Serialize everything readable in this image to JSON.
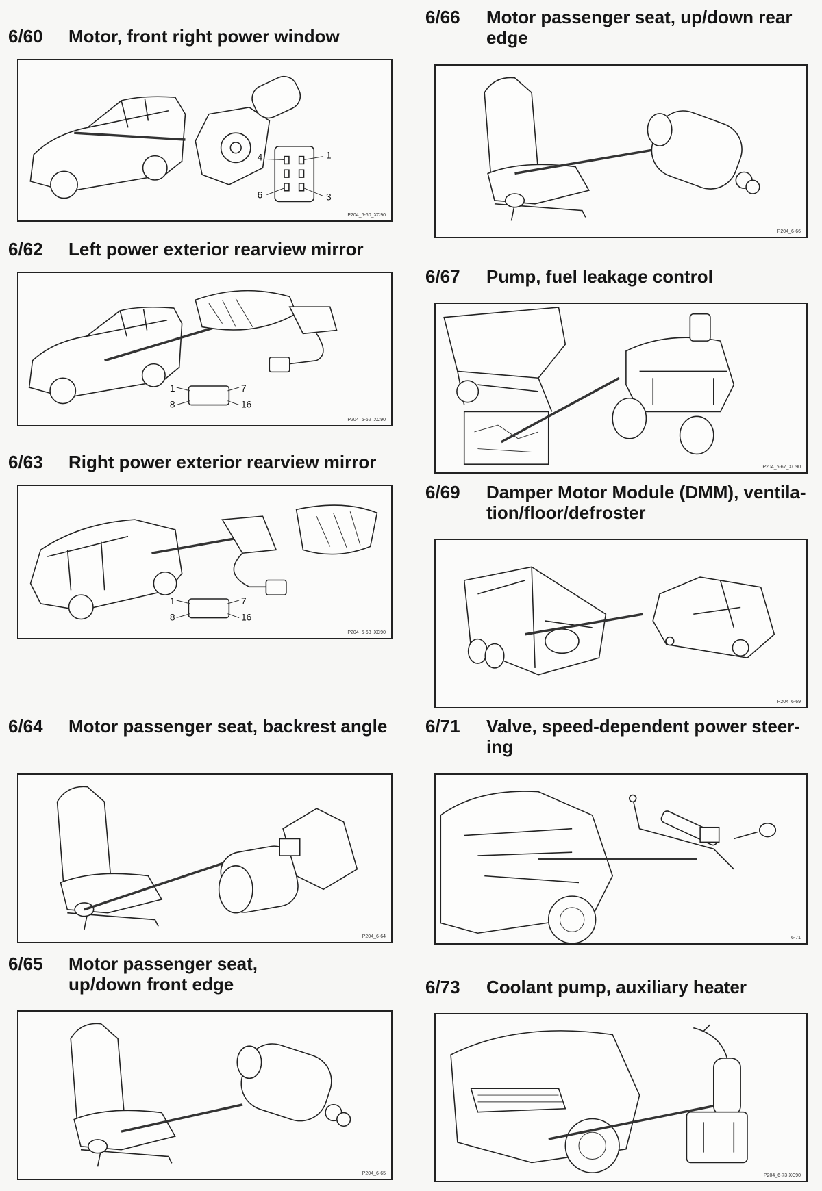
{
  "sections": [
    {
      "number": "6/60",
      "title": "Motor, front right power window",
      "code": "P204_6-60_XC90",
      "pins": [
        "4",
        "1",
        "6",
        "3"
      ]
    },
    {
      "number": "6/62",
      "title": "Left power exterior rearview mirror",
      "code": "P204_6-62_XC90",
      "pins": [
        "1",
        "7",
        "8",
        "16"
      ]
    },
    {
      "number": "6/63",
      "title": "Right power exterior rearview mirror",
      "code": "P204_6-63_XC90",
      "pins": [
        "1",
        "7",
        "8",
        "16"
      ]
    },
    {
      "number": "6/64",
      "title": "Motor passenger seat, backrest angle",
      "code": "P204_6-64"
    },
    {
      "number": "6/65",
      "title": "Motor passenger seat, up/down front edge",
      "code": "P204_6-65"
    },
    {
      "number": "6/66",
      "title": "Motor passenger seat, up/down rear edge",
      "code": "P204_6-66"
    },
    {
      "number": "6/67",
      "title": "Pump, fuel leakage control",
      "code": "P204_6-67_XC90"
    },
    {
      "number": "6/69",
      "title": "Damper Motor Module (DMM), ventila-tion/floor/defroster",
      "code": "P204_6-69"
    },
    {
      "number": "6/71",
      "title": "Valve, speed-dependent power steer-ing",
      "code": "6-71"
    },
    {
      "number": "6/73",
      "title": "Coolant pump, auxiliary heater",
      "code": "P204_6-73-XC90"
    }
  ]
}
